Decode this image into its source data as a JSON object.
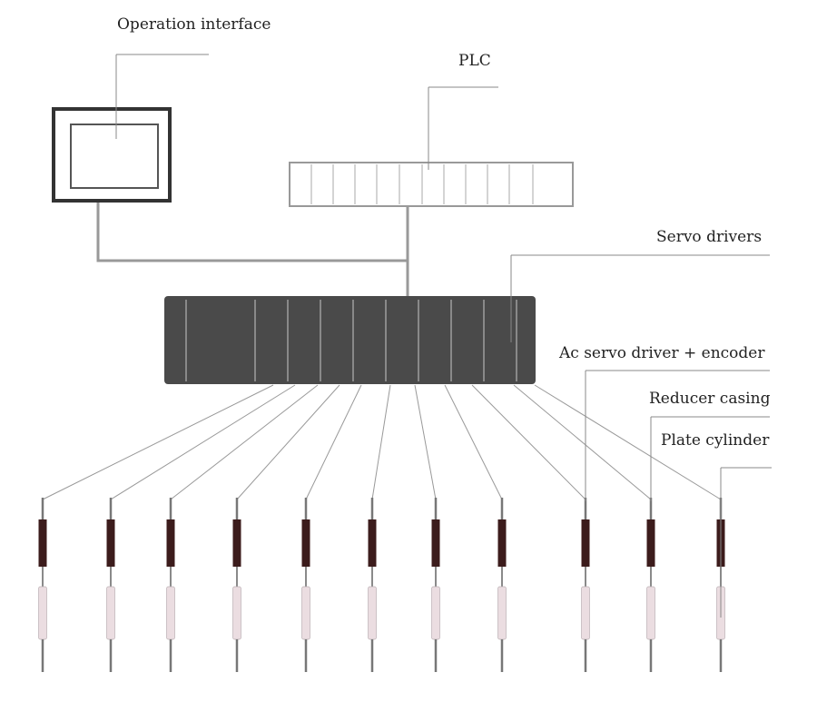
{
  "labels": {
    "operation_interface": "Operation interface",
    "plc": "PLC",
    "servo_drivers": "Servo drivers",
    "ac_servo": "Ac servo driver + encoder",
    "reducer": "Reducer casing",
    "plate_cylinder": "Plate cylinder"
  },
  "plc_slots": 12,
  "driver_slots": 11,
  "units": 11,
  "colors": {
    "driver_block": "#4a4a4a",
    "encoder_body": "#3c1c1c",
    "cylinder_body": "#ebdde1",
    "plc_border": "#999999",
    "monitor_border": "#333333",
    "line": "#888888"
  }
}
